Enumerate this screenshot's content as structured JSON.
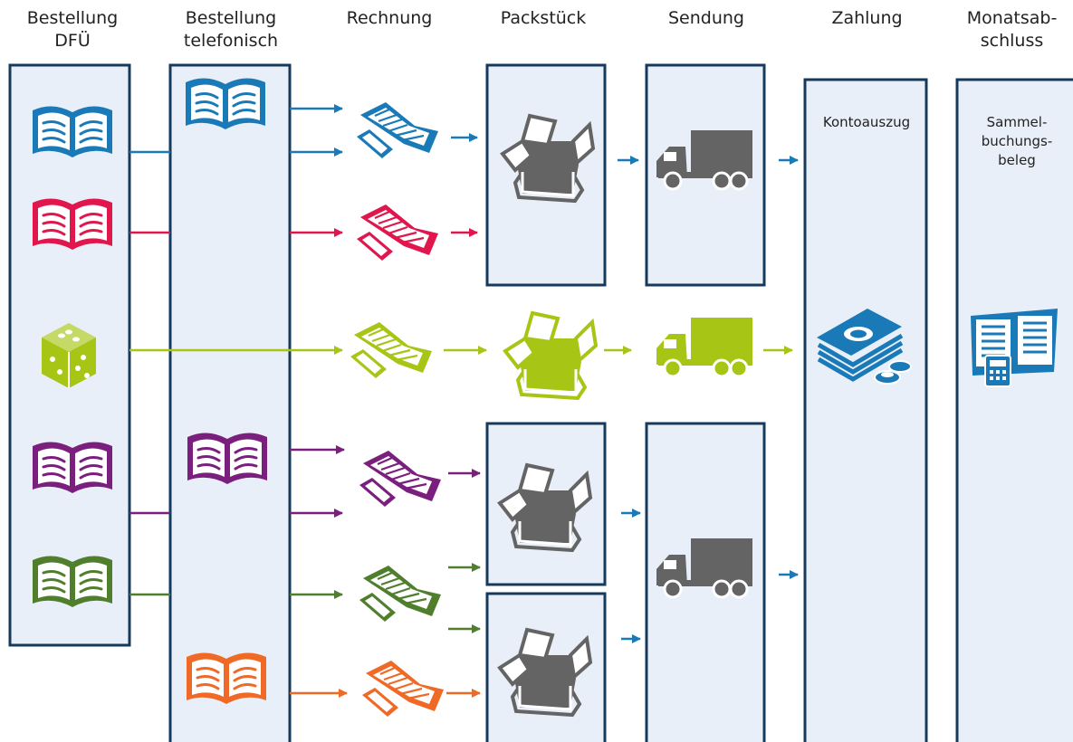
{
  "headers": {
    "bestellung_dfu": "Bestellung\nDFÜ",
    "bestellung_telefonisch": "Bestellung\ntelefonisch",
    "rechnung": "Rechnung",
    "packstueck": "Packstück",
    "sendung": "Sendung",
    "zahlung": "Zahlung",
    "monatsabschluss": "Monatsab-\nschluss"
  },
  "notes": {
    "kontoauszug": "Kontoauszug",
    "sammelbuchungsbeleg": "Sammel-\nbuchungs-\nbeleg"
  },
  "colors": {
    "blue": "#1a7ab8",
    "red": "#e0174d",
    "lime": "#a6c514",
    "purple": "#7a1f7e",
    "green": "#4f7f2c",
    "orange": "#ee6a26",
    "gray": "#646464",
    "panel_fill": "#e9eff8",
    "panel_stroke": "#163a5c"
  },
  "icons": {
    "order_dfu": [
      "book-icon",
      "book-icon",
      "dice-icon",
      "book-icon",
      "book-icon"
    ],
    "order_phone": [
      "book-icon",
      "book-icon",
      "book-icon"
    ],
    "invoice": "invoice-icon",
    "package": "open-box-icon",
    "shipment": "truck-icon",
    "payment": "money-stack-icon",
    "closing": "ledger-calculator-icon"
  }
}
